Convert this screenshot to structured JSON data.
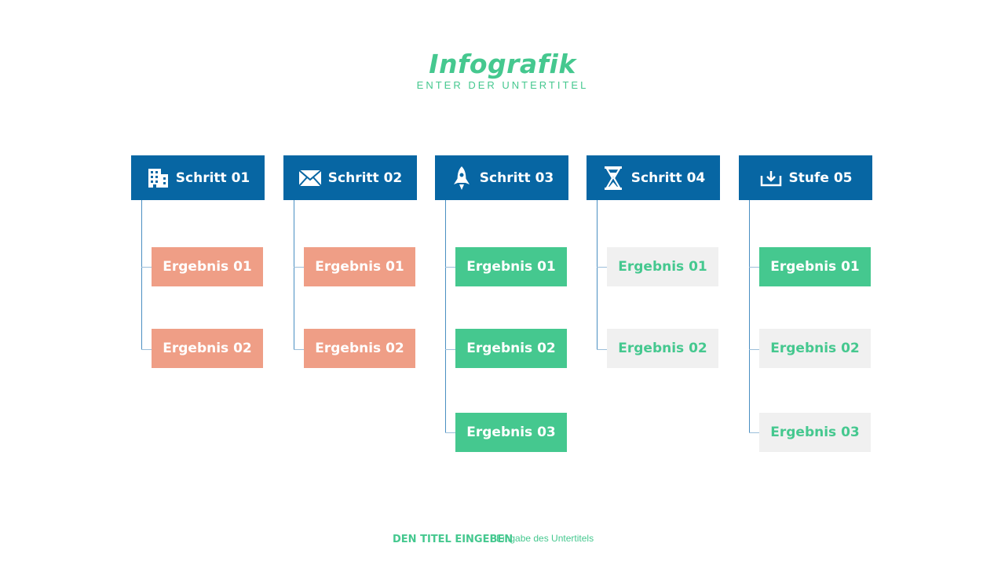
{
  "title": "Infografik",
  "subtitle": "ENTER DER UNTERTITEL",
  "columns": [
    {
      "label": "Schritt 01",
      "icon": "building-icon",
      "results": [
        {
          "label": "Ergebnis 01",
          "style": "salmon"
        },
        {
          "label": "Ergebnis 02",
          "style": "salmon"
        }
      ]
    },
    {
      "label": "Schritt 02",
      "icon": "envelope-icon",
      "results": [
        {
          "label": "Ergebnis 01",
          "style": "salmon"
        },
        {
          "label": "Ergebnis 02",
          "style": "salmon"
        }
      ]
    },
    {
      "label": "Schritt 03",
      "icon": "rocket-icon",
      "results": [
        {
          "label": "Ergebnis 01",
          "style": "green"
        },
        {
          "label": "Ergebnis 02",
          "style": "green"
        },
        {
          "label": "Ergebnis 03",
          "style": "green"
        }
      ]
    },
    {
      "label": "Schritt 04",
      "icon": "hourglass-icon",
      "results": [
        {
          "label": "Ergebnis 01",
          "style": "gray"
        },
        {
          "label": "Ergebnis 02",
          "style": "gray"
        }
      ]
    },
    {
      "label": "Stufe 05",
      "icon": "download-tray-icon",
      "results": [
        {
          "label": "Ergebnis 01",
          "style": "green"
        },
        {
          "label": "Ergebnis 02",
          "style": "gray"
        },
        {
          "label": "Ergebnis 03",
          "style": "gray"
        }
      ]
    }
  ],
  "footer": {
    "title": "DEN TITEL EINGEBEN",
    "subtitle": "Eingabe des Untertitels"
  },
  "colors": {
    "header": "#0766a3",
    "green": "#45c88f",
    "salmon": "#ef9e86",
    "gray": "#f0f0f0",
    "connector": "#4a8fc2"
  }
}
